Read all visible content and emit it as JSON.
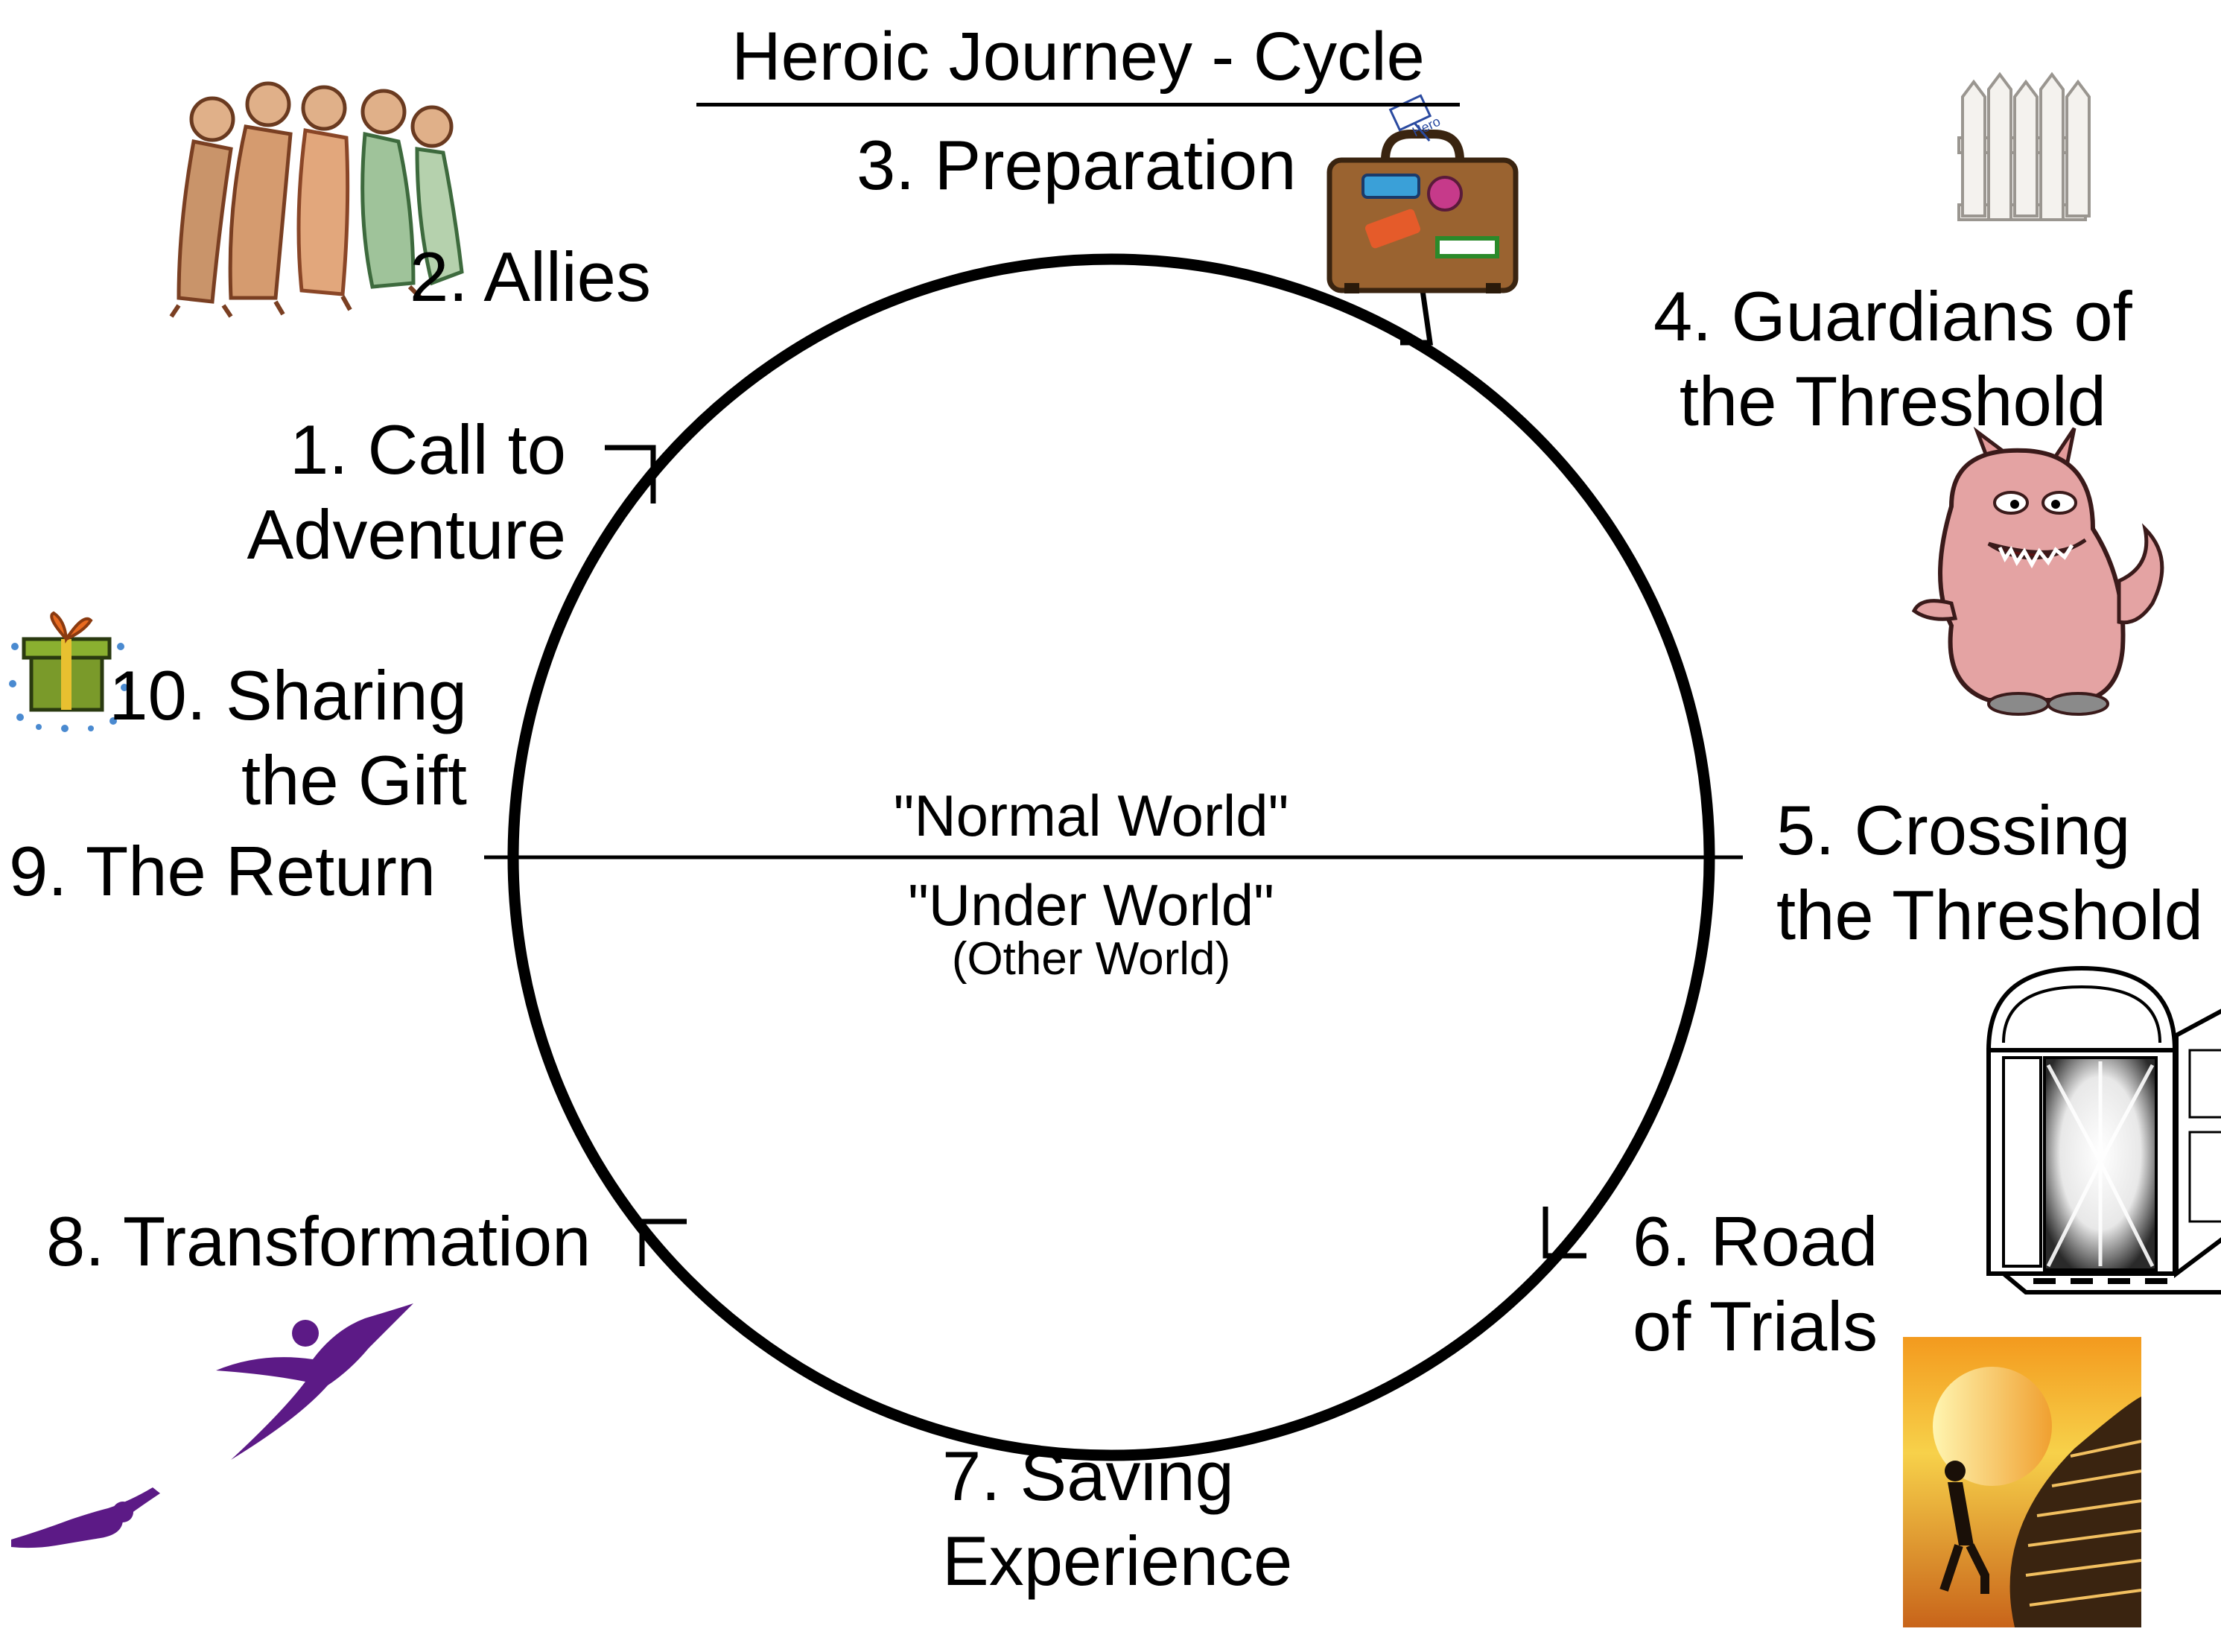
{
  "title": "Heroic Journey - Cycle",
  "stages": {
    "s1": {
      "line1": "1. Call to",
      "line2": "Adventure"
    },
    "s2": {
      "line1": "2. Allies"
    },
    "s3": {
      "line1": "3. Preparation"
    },
    "s4": {
      "line1": "4. Guardians of",
      "line2": "the Threshold"
    },
    "s5": {
      "line1": "5. Crossing",
      "line2": "the Threshold"
    },
    "s6": {
      "line1": "6. Road",
      "line2": "of Trials"
    },
    "s7": {
      "line1": "7. Saving",
      "line2": "Experience"
    },
    "s8": {
      "line1": "8. Transformation"
    },
    "s9": {
      "line1": "9. The Return"
    },
    "s10": {
      "line1": "10. Sharing",
      "line2": "the Gift"
    }
  },
  "worlds": {
    "upper": "\"Normal World\"",
    "lower": "\"Under World\"",
    "lower_sub": "(Other World)"
  },
  "suitcase_tag": "Hero",
  "icons": [
    "allies-figures-icon",
    "suitcase-icon",
    "picket-fence-icon",
    "monster-icon",
    "open-door-icon",
    "staircase-climber-icon",
    "winged-figure-icon",
    "crawling-figure-icon",
    "gift-box-icon"
  ]
}
